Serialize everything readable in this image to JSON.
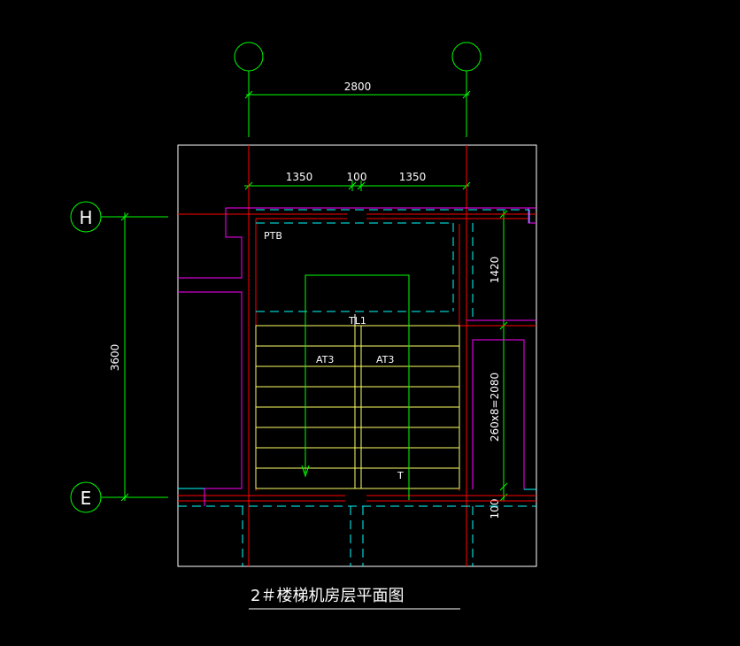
{
  "title": "2＃楼梯机房层平面图",
  "colors": {
    "background": "#000000",
    "outline": "#ffffff",
    "dimension": "#00ff00",
    "wall": "#ff0000",
    "partition": "#ff00ff",
    "beam_hidden": "#00ffff",
    "stair": "#ffff66"
  },
  "axes": {
    "top_left": "",
    "top_right": "",
    "left_top": "H",
    "left_bottom": "E"
  },
  "dimensions": {
    "overall_width": "2800",
    "width_left": "1350",
    "width_mid": "100",
    "width_right": "1350",
    "overall_depth": "3600",
    "landing_depth": "1420",
    "flight_run": "260x8=2080",
    "bottom_offset": "100"
  },
  "labels": {
    "platform_slab": "PTB",
    "stair_beam": "TL1",
    "flight_left": "AT3",
    "flight_right": "AT3",
    "direction": "T"
  }
}
